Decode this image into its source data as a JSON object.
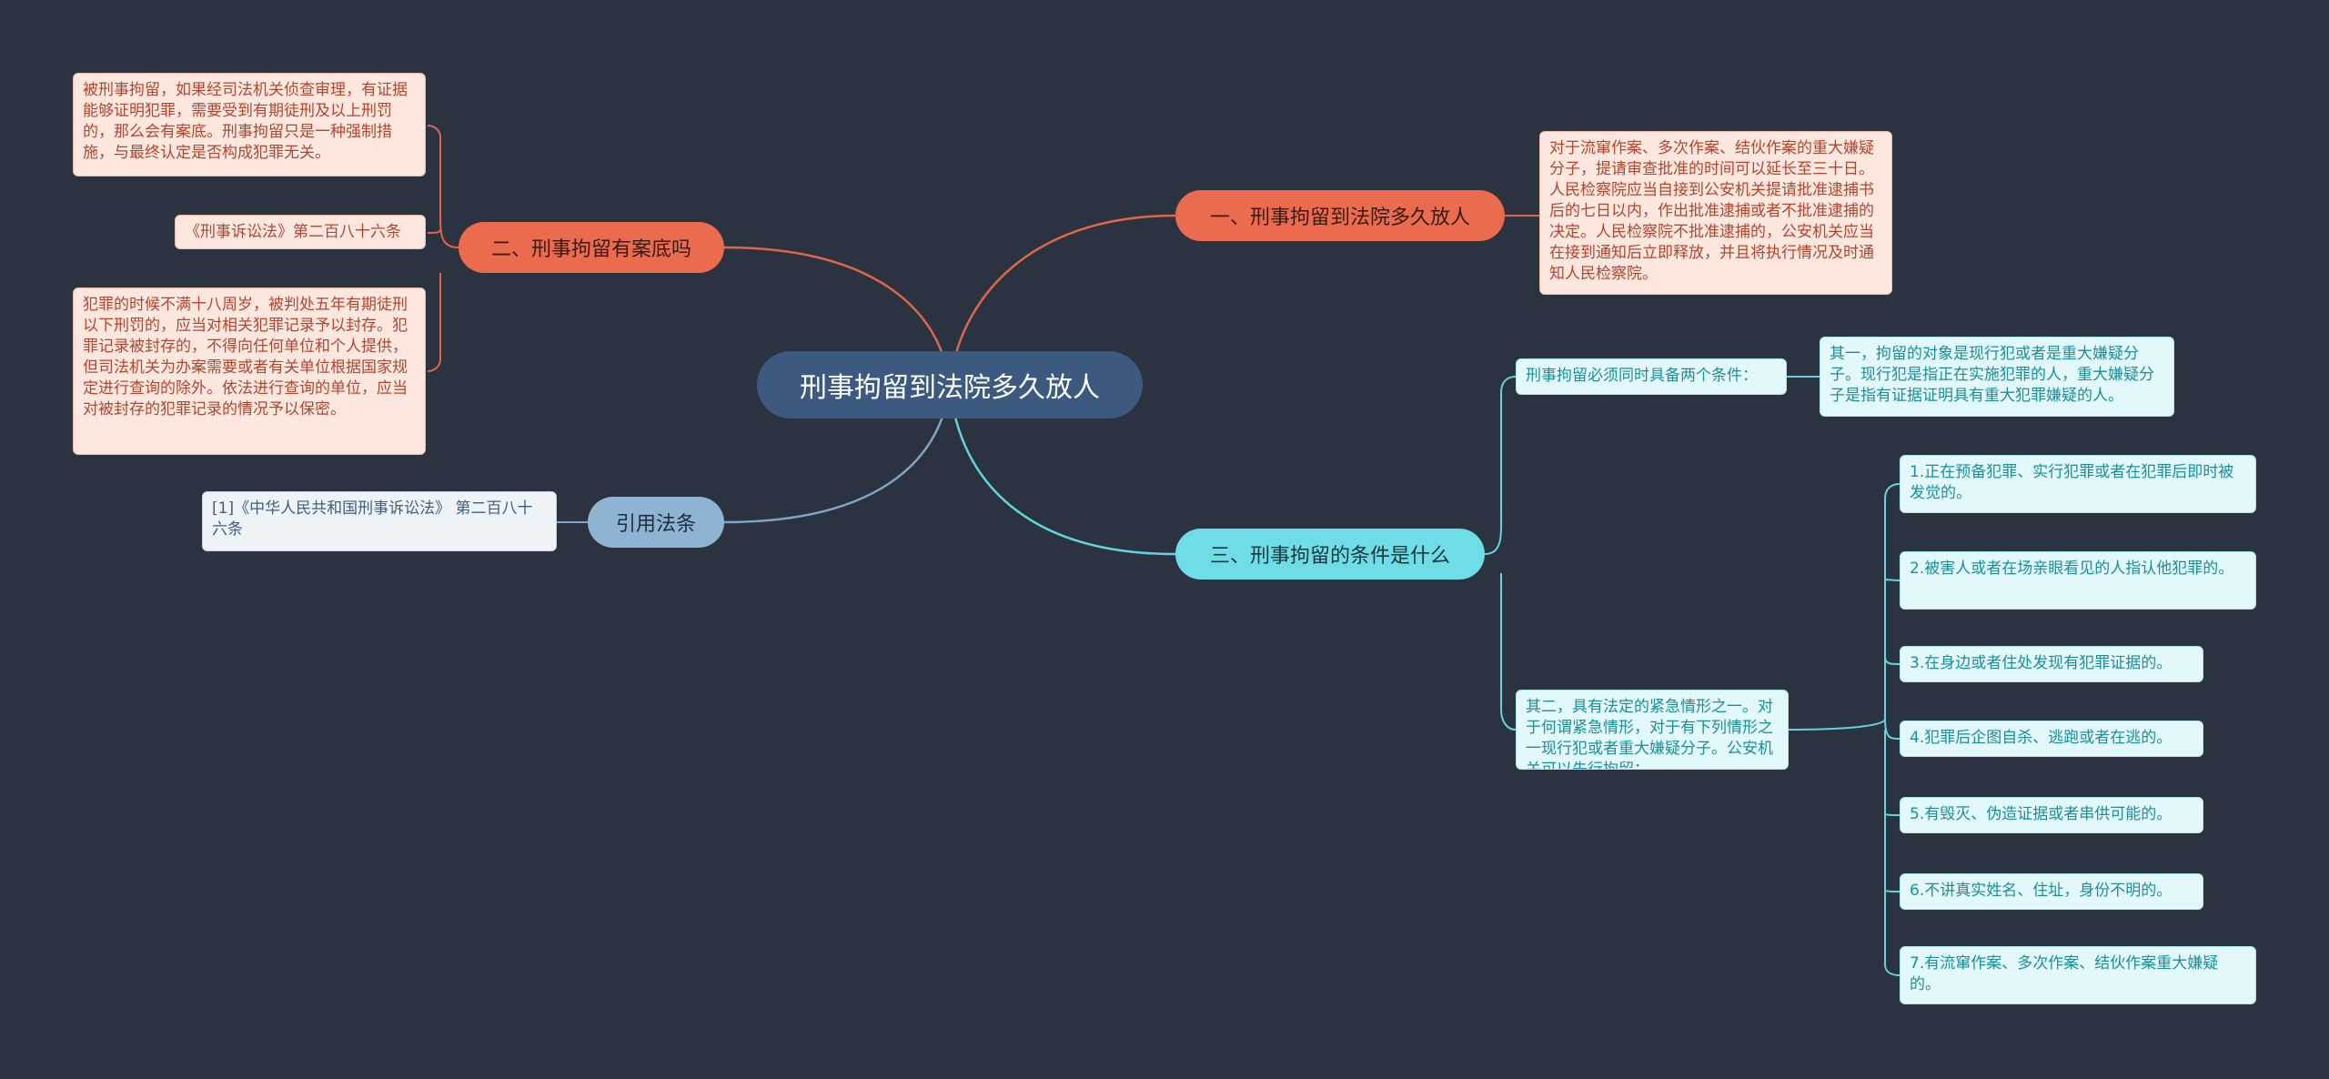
{
  "root": {
    "label": "刑事拘留到法院多久放人"
  },
  "branches": {
    "release": {
      "label": "一、刑事拘留到法院多久放人",
      "detail": "对于流窜作案、多次作案、结伙作案的重大嫌疑分子，提请审查批准的时间可以延长至三十日。人民检察院应当自接到公安机关提请批准逮捕书后的七日以内，作出批准逮捕或者不批准逮捕的决定。人民检察院不批准逮捕的，公安机关应当在接到通知后立即释放，并且将执行情况及时通知人民检察院。"
    },
    "record": {
      "label": "二、刑事拘留有案底吗",
      "items": [
        "被刑事拘留，如果经司法机关侦查审理，有证据能够证明犯罪，需要受到有期徒刑及以上刑罚的，那么会有案底。刑事拘留只是一种强制措施，与最终认定是否构成犯罪无关。",
        "《刑事诉讼法》第二百八十六条",
        "犯罪的时候不满十八周岁，被判处五年有期徒刑以下刑罚的，应当对相关犯罪记录予以封存。犯罪记录被封存的，不得向任何单位和个人提供，但司法机关为办案需要或者有关单位根据国家规定进行查询的除外。依法进行查询的单位，应当对被封存的犯罪记录的情况予以保密。"
      ]
    },
    "conditions": {
      "label": "三、刑事拘留的条件是什么",
      "sub1": {
        "label": "刑事拘留必须同时具备两个条件：",
        "detail": "其一，拘留的对象是现行犯或者是重大嫌疑分子。现行犯是指正在实施犯罪的人，重大嫌疑分子是指有证据证明具有重大犯罪嫌疑的人。"
      },
      "sub2": {
        "label": "其二，具有法定的紧急情形之一。对于何谓紧急情形，对于有下列情形之一现行犯或者重大嫌疑分子。公安机关可以先行拘留：",
        "items": [
          "1.正在预备犯罪、实行犯罪或者在犯罪后即时被发觉的。",
          "2.被害人或者在场亲眼看见的人指认他犯罪的。",
          "3.在身边或者住处发现有犯罪证据的。",
          "4.犯罪后企图自杀、逃跑或者在逃的。",
          "5.有毁灭、伪造证据或者串供可能的。",
          "6.不讲真实姓名、住址，身份不明的。",
          "7.有流窜作案、多次作案、结伙作案重大嫌疑的。"
        ]
      }
    },
    "law": {
      "label": "引用法条",
      "detail": "[1]《中华人民共和国刑事诉讼法》 第二百八十六条"
    }
  },
  "colors": {
    "background": "#2b3340",
    "root": "#3c5a80",
    "red_branch": "#ea6b4d",
    "cyan_branch": "#6fdde8",
    "blue_branch": "#8fb3d2",
    "red_link": "#e0664b",
    "cyan_link": "#62d3df",
    "blue_link": "#7fa6c8"
  }
}
